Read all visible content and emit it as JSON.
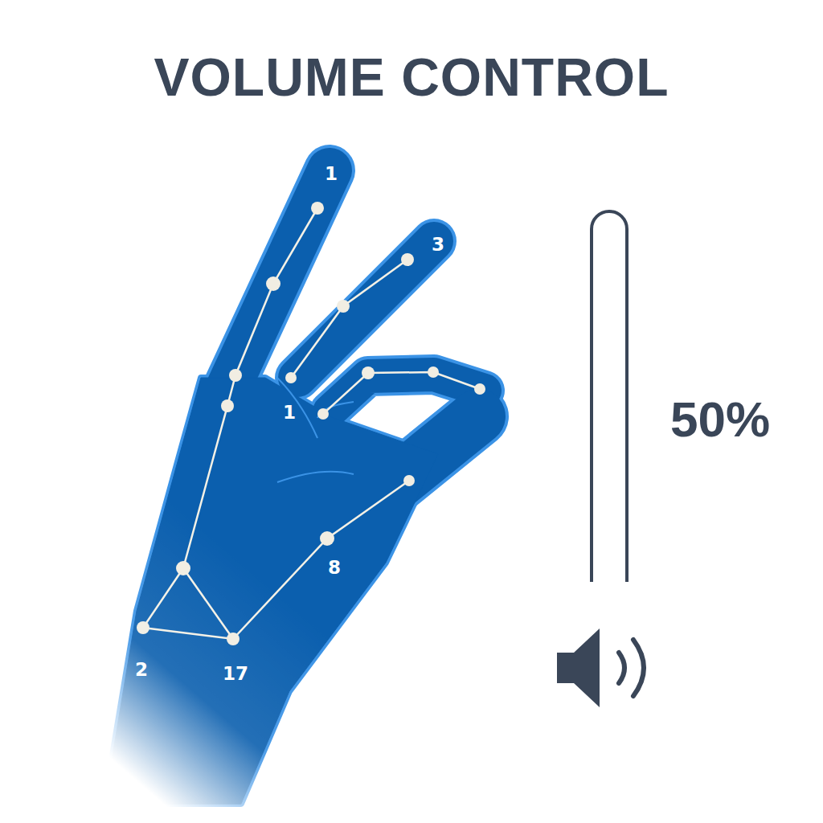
{
  "diagram": {
    "title": "VOLUME CONTROL",
    "labels": [
      "1",
      "3",
      "1",
      "8",
      "2",
      "17",
      "50%"
    ]
  }
}
